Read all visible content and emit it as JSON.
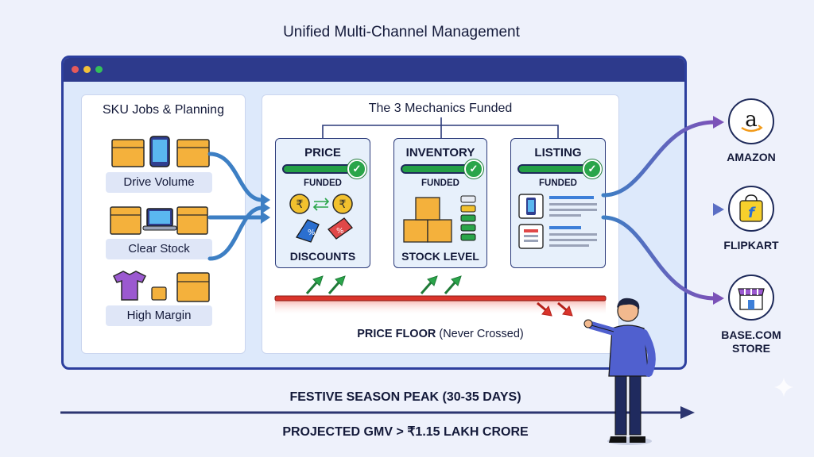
{
  "title": "Unified Multi-Channel Management",
  "left_panel": {
    "heading": "SKU Jobs & Planning",
    "jobs": [
      "Drive Volume",
      "Clear Stock",
      "High Margin"
    ]
  },
  "center_panel": {
    "heading": "The 3 Mechanics Funded",
    "mechanics": [
      {
        "title": "PRICE",
        "status": "FUNDED",
        "label": "DISCOUNTS"
      },
      {
        "title": "INVENTORY",
        "status": "FUNDED",
        "label": "STOCK LEVEL"
      },
      {
        "title": "LISTING",
        "status": "FUNDED",
        "label": ""
      }
    ],
    "price_floor_bold": "PRICE FLOOR",
    "price_floor_note": "(Never Crossed)"
  },
  "channels": [
    {
      "name": "AMAZON",
      "icon": "amazon-icon"
    },
    {
      "name": "FLIPKART",
      "icon": "flipkart-icon"
    },
    {
      "name": "BASE.COM\nSTORE",
      "icon": "store-icon"
    }
  ],
  "timeline": {
    "top": "FESTIVE SEASON PEAK (30-35 DAYS)",
    "bottom": "PROJECTED GMV > ₹1.15 LAKH CRORE"
  },
  "colors": {
    "window_border": "#2c3f9e",
    "funded_green": "#24a046",
    "floor_red": "#d9342b",
    "arrow_blue": "#3d7fc4",
    "arrow_purple": "#7b52b8"
  }
}
